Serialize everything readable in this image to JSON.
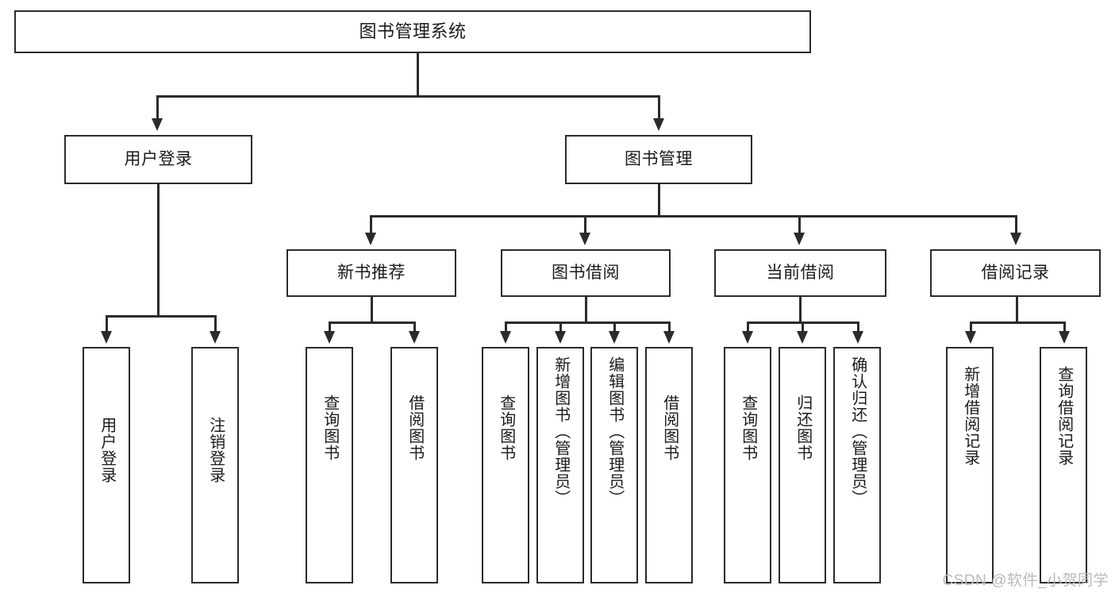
{
  "diagram": {
    "type": "tree-hierarchy",
    "title": "图书管理系统",
    "orientation": "top-down",
    "colors": {
      "stroke": "#2b2b2b",
      "fill": "#ffffff",
      "text": "#1b1b1b",
      "watermark": "#b9b9b9"
    }
  },
  "root": {
    "label": "图书管理系统"
  },
  "level2": [
    {
      "label": "用户登录"
    },
    {
      "label": "图书管理"
    }
  ],
  "level3": [
    {
      "label": "新书推荐"
    },
    {
      "label": "图书借阅"
    },
    {
      "label": "当前借阅"
    },
    {
      "label": "借阅记录"
    }
  ],
  "leaves": {
    "user_login": [
      {
        "label": "用户登录"
      },
      {
        "label": "注销登录"
      }
    ],
    "new_book_recommend": [
      {
        "label": "查询图书"
      },
      {
        "label": "借阅图书"
      }
    ],
    "book_borrow": [
      {
        "label": "查询图书"
      },
      {
        "label": "新增图书（管理员）"
      },
      {
        "label": "编辑图书（管理员）"
      },
      {
        "label": "借阅图书"
      }
    ],
    "current_borrow": [
      {
        "label": "查询图书"
      },
      {
        "label": "归还图书"
      },
      {
        "label": "确认归还（管理员）"
      }
    ],
    "borrow_record": [
      {
        "label": "新增借阅记录"
      },
      {
        "label": "查询借阅记录"
      }
    ]
  },
  "watermark": {
    "text": "CSDN @软件_小贺同学"
  }
}
